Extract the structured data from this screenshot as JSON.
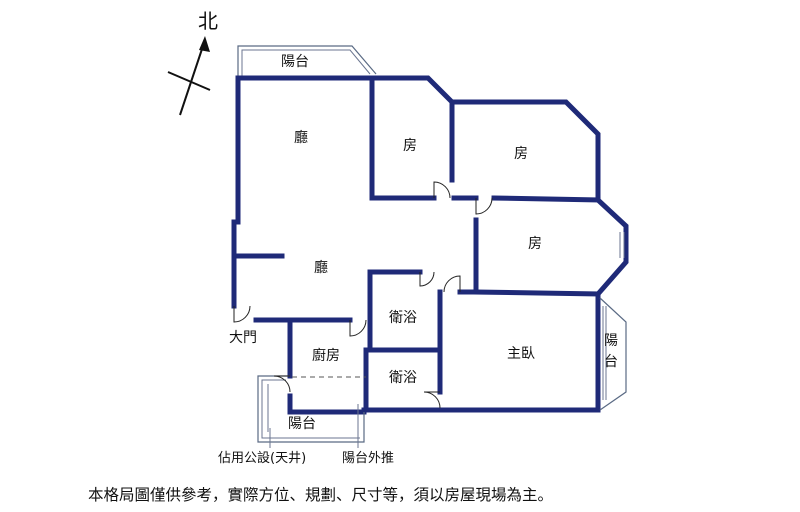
{
  "compass": {
    "label": "北"
  },
  "rooms": {
    "top_balcony": "陽台",
    "living": "廳",
    "dining": "廳",
    "room1": "房",
    "room2": "房",
    "room3": "房",
    "bath1": "衛浴",
    "bath2": "衛浴",
    "master": "主臥",
    "kitchen": "廚房",
    "right_balcony": "陽台",
    "bottom_balcony": "陽台",
    "entrance": "大門"
  },
  "annotations": {
    "public_area": "佔用公設(天井)",
    "balcony_out": "陽台外推"
  },
  "disclaimer": "本格局圖僅供參考，實際方位、規劃、尺寸等，須以房屋現場為主。"
}
